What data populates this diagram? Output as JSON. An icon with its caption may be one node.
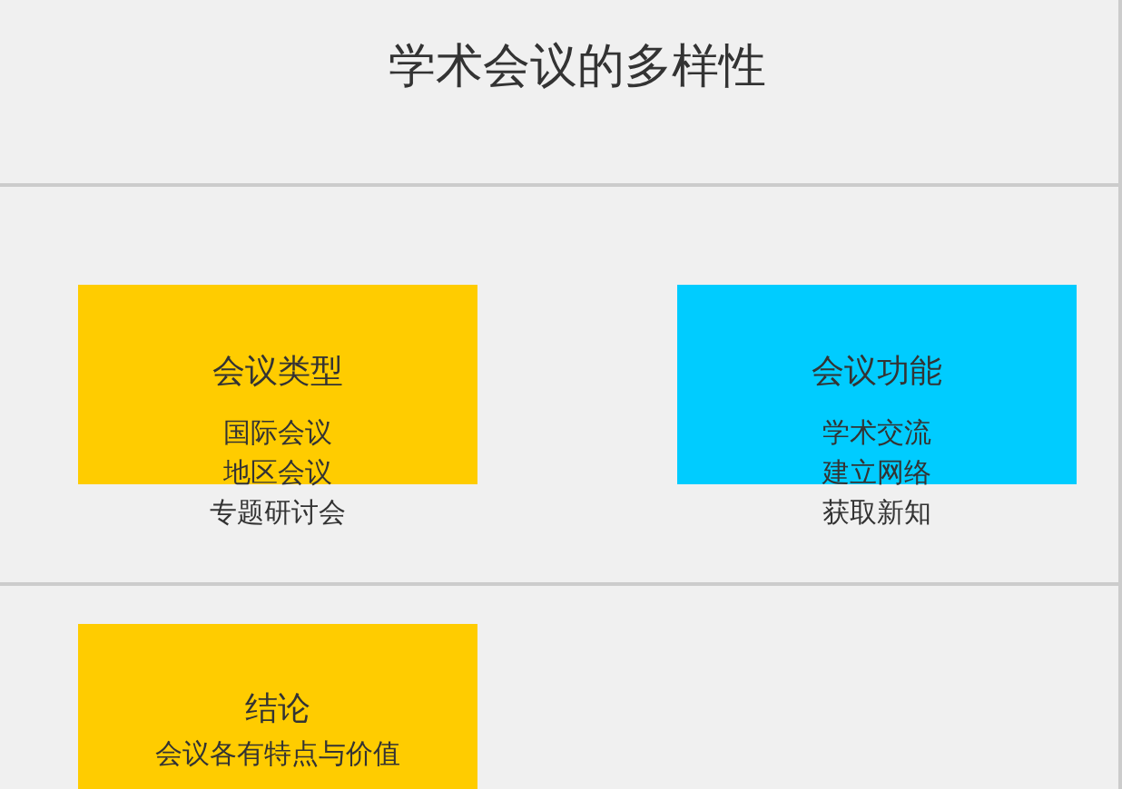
{
  "diagram": {
    "title": "学术会议的多样性",
    "nodes": [
      {
        "text": [
          "会议类型",
          "国际会议",
          "地区会议",
          "专题研讨会"
        ]
      },
      {
        "text": [
          "会议功能",
          "学术交流",
          "建立网络",
          "获取新知"
        ]
      },
      {
        "text": [
          "结论",
          "会议各有特点与价值"
        ]
      }
    ]
  }
}
